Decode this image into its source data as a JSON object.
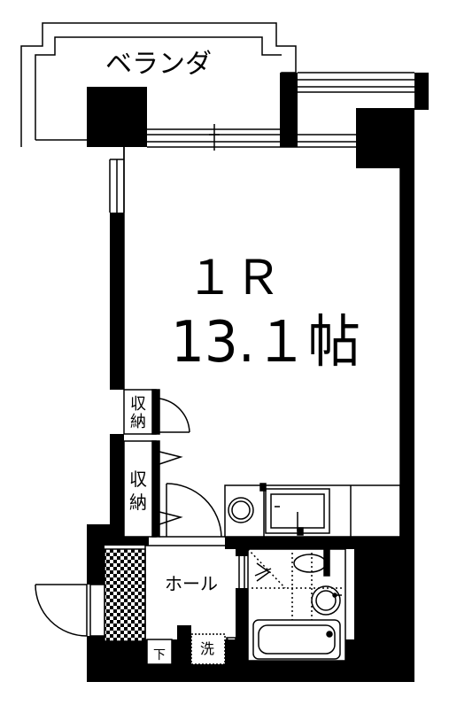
{
  "rooms": {
    "veranda": "ベランダ",
    "room_type": "１Ｒ",
    "room_size": "13.１帖",
    "storage_upper_1": "収",
    "storage_upper_2": "納",
    "storage_lower_1": "収",
    "storage_lower_2": "納",
    "hall": "ホール",
    "shoe_box": "下",
    "washer": "洗"
  }
}
